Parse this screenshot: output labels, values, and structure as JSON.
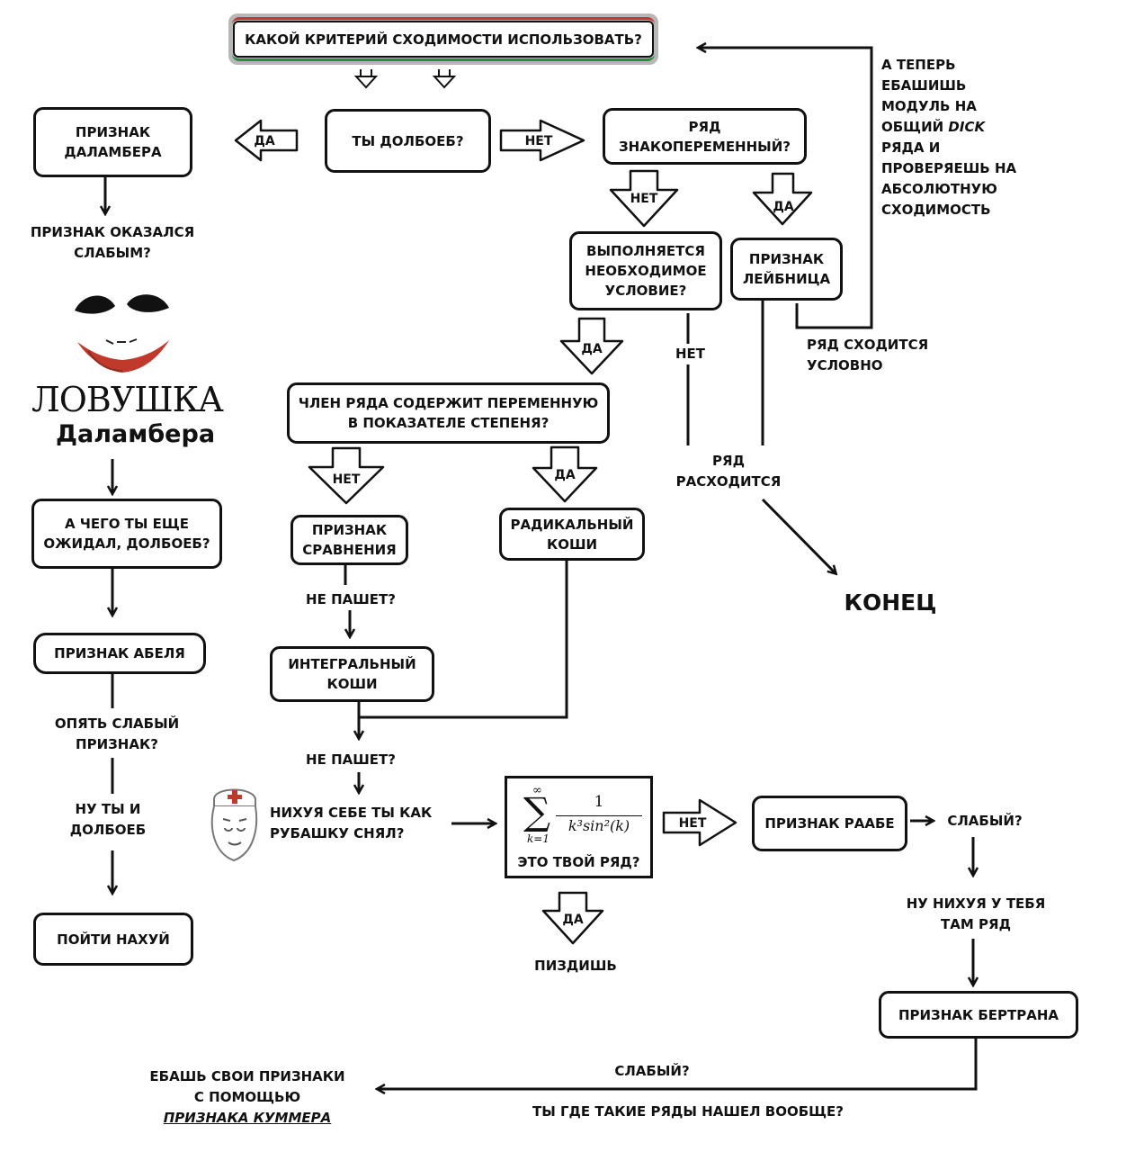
{
  "title": "КАКОЙ КРИТЕРИЙ СХОДИМОСТИ ИСПОЛЬЗОВАТЬ?",
  "nodes": {
    "dolboeb_q": "ТЫ ДОЛБОЕБ?",
    "dalamber_l1": "ПРИЗНАК",
    "dalamber_l2": "ДАЛАМБЕРА",
    "znakoperem_l1": "РЯД",
    "znakoperem_l2": "ЗНАКОПЕРЕМЕННЫЙ?",
    "neobh_l1": "ВЫПОЛНЯЕТСЯ",
    "neobh_l2": "НЕОБХОДИМОЕ",
    "neobh_l3": "УСЛОВИЕ?",
    "leibnic_l1": "ПРИЗНАК",
    "leibnic_l2": "ЛЕЙБНИЦА",
    "chlen_l1": "ЧЛЕН РЯДА СОДЕРЖИТ ПЕРЕМЕННУЮ",
    "chlen_l2": "В ПОКАЗАТЕЛЕ СТЕПЕНЯ?",
    "sravn_l1": "ПРИЗНАК",
    "sravn_l2": "СРАВНЕНИЯ",
    "radkoshi_l1": "РАДИКАЛЬНЫЙ",
    "radkoshi_l2": "КОШИ",
    "integr_l1": "ИНТЕГРАЛЬНЫЙ",
    "integr_l2": "КОШИ",
    "chego_l1": "А ЧЕГО ТЫ ЕЩЕ",
    "chego_l2": "ОЖИДАЛ, ДОЛБОЕБ?",
    "abel": "ПРИЗНАК АБЕЛЯ",
    "poiti": "ПОЙТИ НАХУЙ",
    "raabe": "ПРИЗНАК РААБЕ",
    "bertran": "ПРИЗНАК БЕРТРАНА"
  },
  "arrows": {
    "da": "ДА",
    "net": "НЕТ"
  },
  "texts": {
    "slabym_l1": "ПРИЗНАК ОКАЗАЛСЯ",
    "slabym_l2": "СЛАБЫМ?",
    "joker_word1": "ЛОВУШКА",
    "joker_word2": "Даламбера",
    "opyat_l1": "ОПЯТЬ СЛАБЫЙ",
    "opyat_l2": "ПРИЗНАК?",
    "nu_ty_l1": "НУ ТЫ И",
    "nu_ty_l2": "ДОЛБОЕБ",
    "ne_pashet1": "НЕ ПАШЕТ?",
    "ne_pashet2": "НЕ ПАШЕТ?",
    "nikhuya_l1": "НИХУЯ СЕБЕ ТЫ КАК",
    "nikhuya_l2": "РУБАШКУ СНЯЛ?",
    "eto_tvoi": "ЭТО ТВОЙ РЯД?",
    "pizdish": "ПИЗДИШЬ",
    "slabyi1": "СЛАБЫЙ?",
    "nu_nikhuya_l1": "НУ НИХУЯ У ТЕБЯ",
    "nu_nikhuya_l2": "ТАМ РЯД",
    "slabyi2": "СЛАБЫЙ?",
    "gde_takie": "ТЫ ГДЕ ТАКИЕ РЯДЫ НАШЕЛ ВООБЩЕ?",
    "ebash_l1": "ЕБАШЬ СВОИ ПРИЗНАКИ",
    "ebash_l2": "С ПОМОЩЬЮ",
    "ebash_l3": "ПРИЗНАКА КУММЕРА",
    "a_teper_l1": "А ТЕПЕРЬ",
    "a_teper_l2": "ЕБАШИШЬ",
    "a_teper_l3": "МОДУЛЬ НА",
    "a_teper_l4a": "ОБЩИЙ ",
    "a_teper_l4b": "DICK",
    "a_teper_l5": "РЯДА И",
    "a_teper_l6": "ПРОВЕРЯЕШЬ НА",
    "a_teper_l7": "АБСОЛЮТНУЮ",
    "a_teper_l8": "СХОДИМОСТЬ",
    "uslovno_l1": "РЯД СХОДИТСЯ",
    "uslovno_l2": "УСЛОВНО",
    "net_label": "НЕТ",
    "rashod_l1": "РЯД",
    "rashod_l2": "РАСХОДИТСЯ",
    "konec": "КОНЕЦ"
  },
  "formula": {
    "sum_top": "∞",
    "sum_sign": "∑",
    "sum_bottom": "k=1",
    "numerator": "1",
    "denominator": "k³sin²(k)"
  },
  "icons": [
    "joker-face-icon",
    "doctor-face-icon"
  ],
  "colors": {
    "title_red": "#c0392b",
    "title_green": "#2e8b3e",
    "joker_red": "#c0392b"
  }
}
